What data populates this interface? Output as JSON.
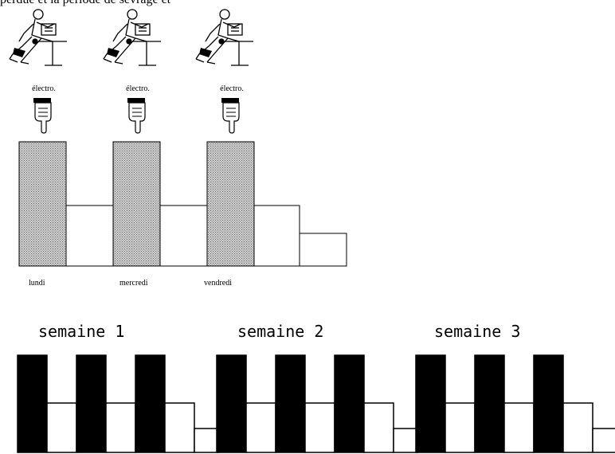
{
  "top_caption": "perdue et la période de sevrage et",
  "stimulation": {
    "labels": [
      "électro.",
      "électro.",
      "électro."
    ]
  },
  "day_chart": {
    "day_labels": [
      "lundi",
      "mercredi",
      "vendredi"
    ]
  },
  "weeks_chart": {
    "week_labels": [
      "semaine 1",
      "semaine 2",
      "semaine 3"
    ]
  },
  "icons": {
    "seated_person": "seated-person-with-stimulator-icon",
    "hand": "pointing-hand-icon"
  },
  "colors": {
    "stimulated_fill": "#b8b8b8",
    "black": "#000000",
    "white": "#ffffff"
  }
}
